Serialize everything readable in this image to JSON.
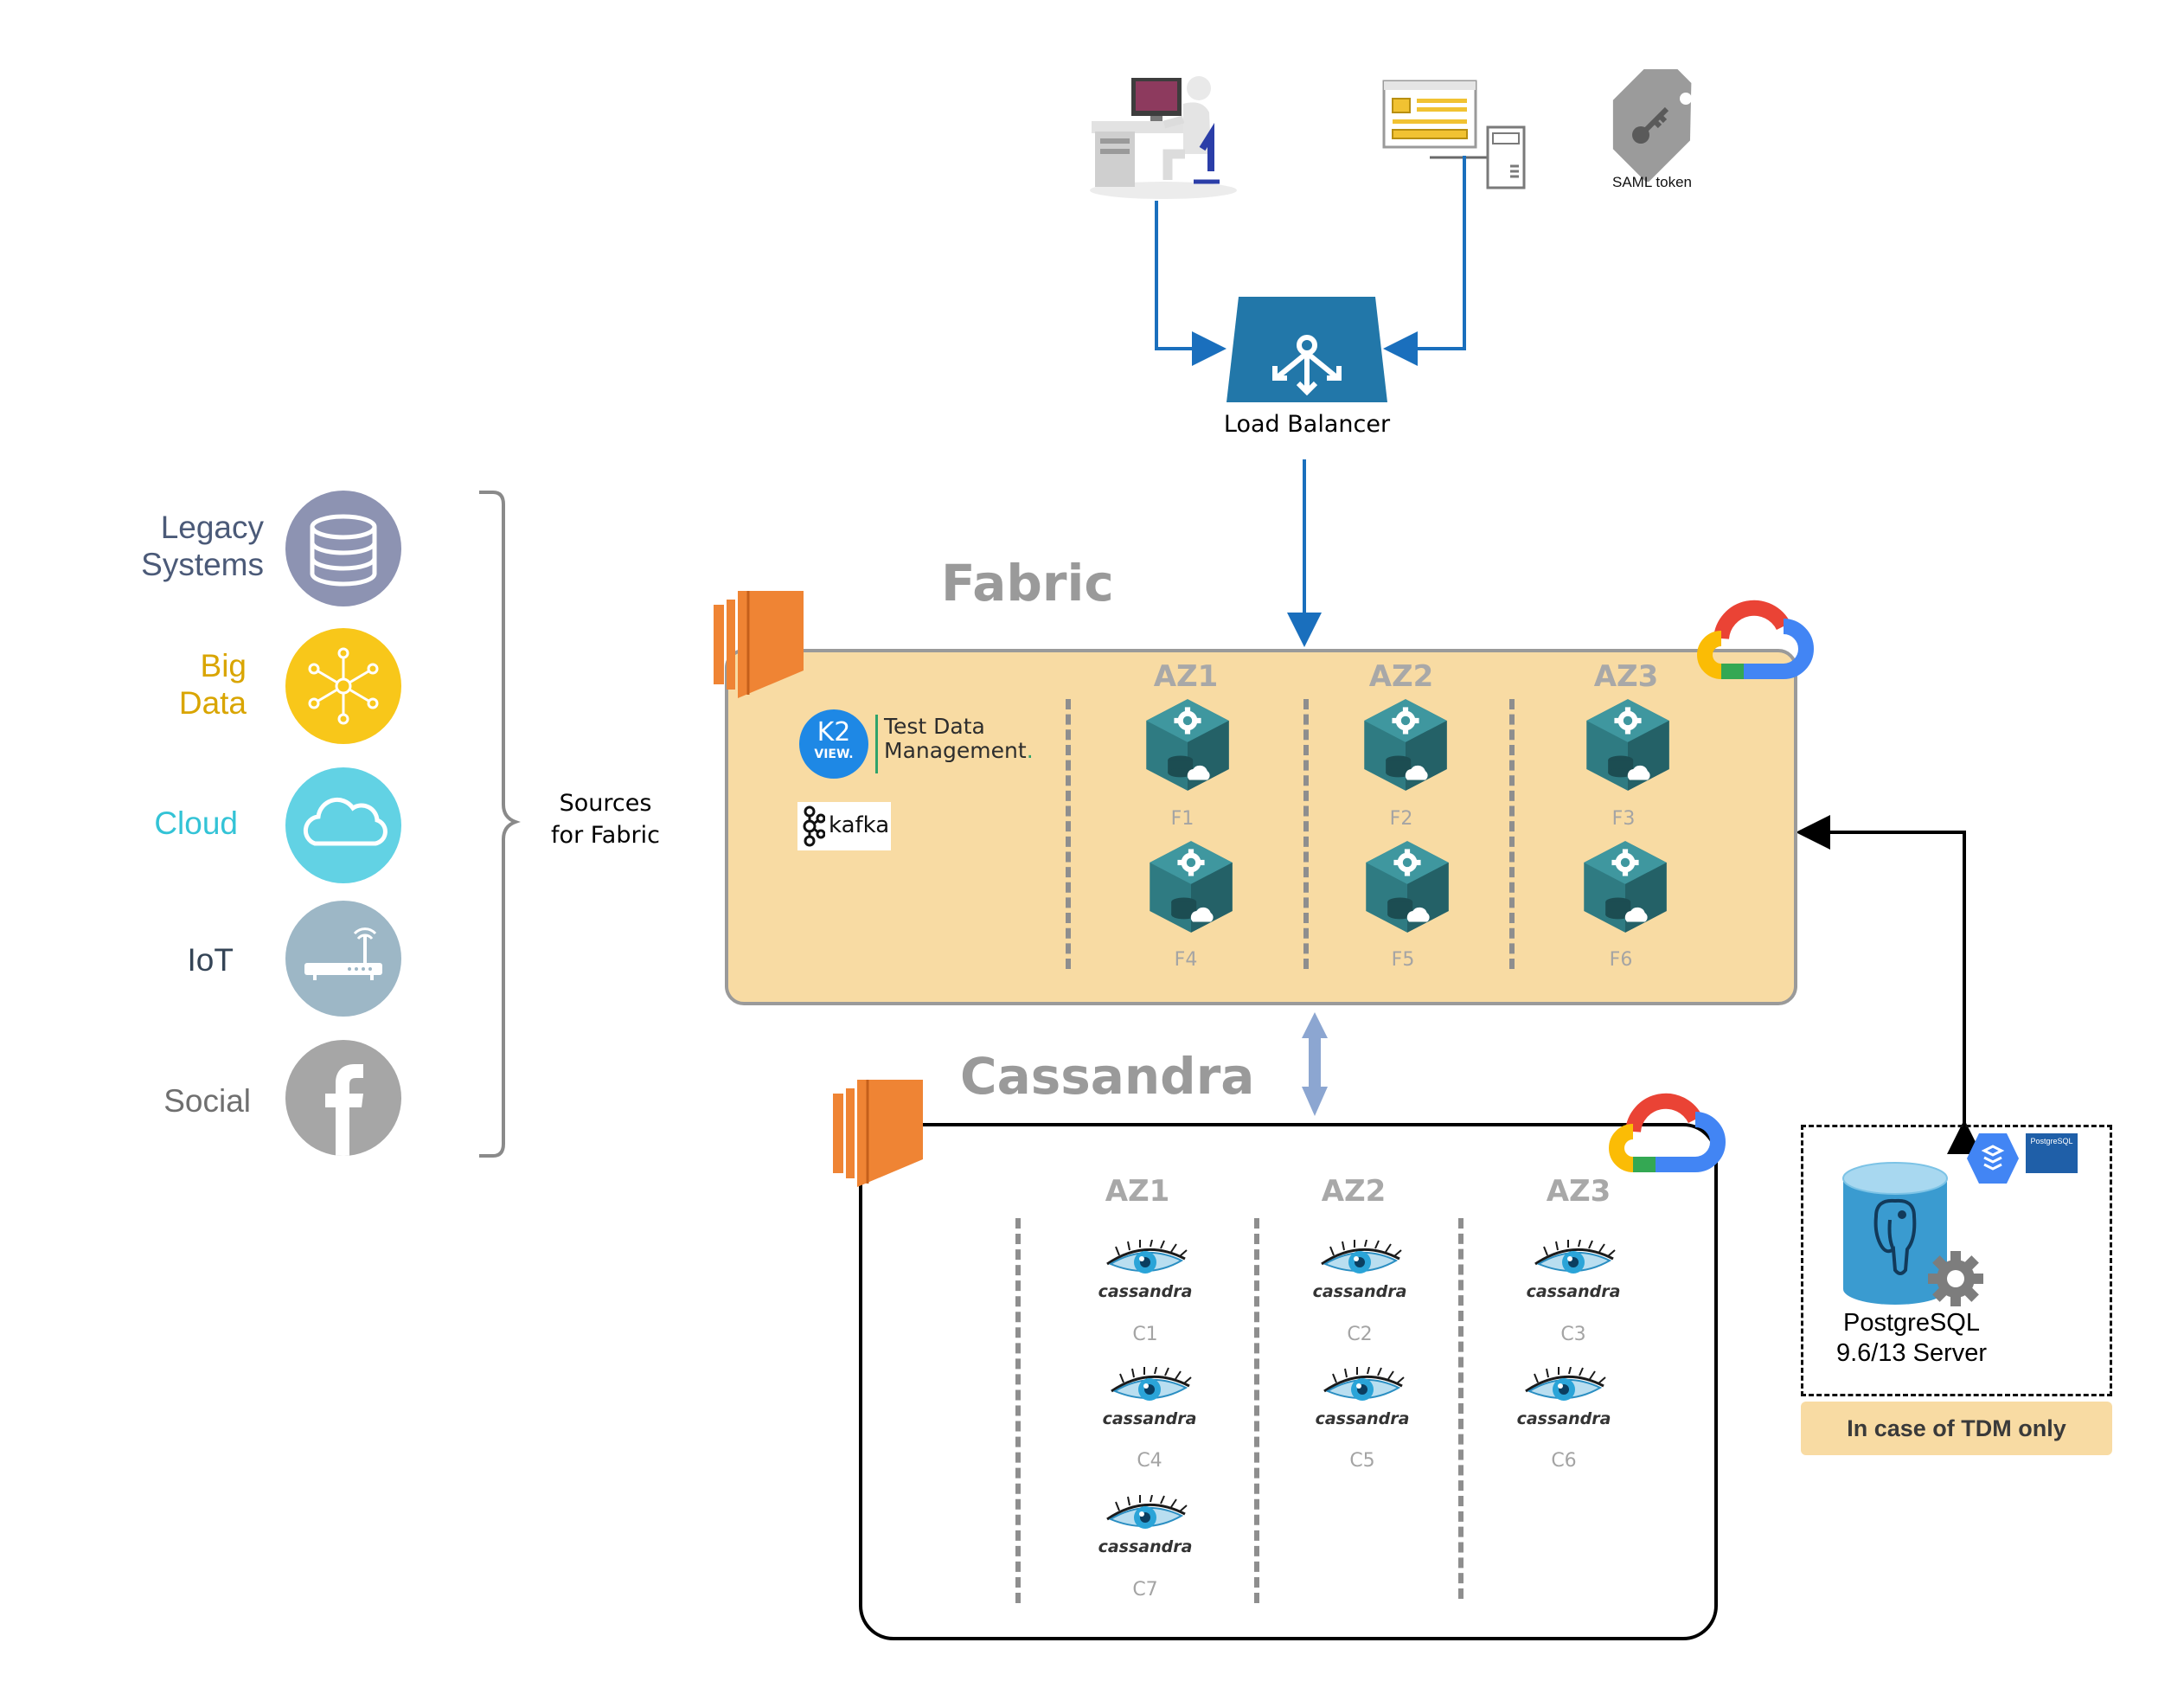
{
  "sources": {
    "items": [
      {
        "label_line1": "Legacy",
        "label_line2": "Systems",
        "color": "#4b5a78",
        "circle": "#8d93b2",
        "icon": "database-icon"
      },
      {
        "label_line1": "Big",
        "label_line2": "Data",
        "color": "#d9a500",
        "circle": "#f8c71a",
        "icon": "network-hub-icon"
      },
      {
        "label_line1": "Cloud",
        "label_line2": "",
        "color": "#33c3d6",
        "circle": "#62d2e4",
        "icon": "cloud-icon"
      },
      {
        "label_line1": "IoT",
        "label_line2": "",
        "color": "#344456",
        "circle": "#9db7c6",
        "icon": "router-icon"
      },
      {
        "label_line1": "Social",
        "label_line2": "",
        "color": "#6f6f6f",
        "circle": "#a6a6a6",
        "icon": "facebook-icon"
      }
    ],
    "brace_label_line1": "Sources",
    "brace_label_line2": "for Fabric"
  },
  "top": {
    "saml_label": "SAML token",
    "load_balancer_label": "Load Balancer"
  },
  "fabric": {
    "title": "Fabric",
    "box_color": "#f8dba3",
    "k2_line1": "K2",
    "k2_line2": "VIEW.",
    "tdm_line1": "Test Data",
    "tdm_line2": "Management",
    "kafka_label": "kafka",
    "zones": [
      "AZ1",
      "AZ2",
      "AZ3"
    ],
    "nodes": [
      "F1",
      "F2",
      "F3",
      "F4",
      "F5",
      "F6"
    ]
  },
  "cassandra": {
    "title": "Cassandra",
    "zones": [
      "AZ1",
      "AZ2",
      "AZ3"
    ],
    "logo_text": "cassandra",
    "nodes": [
      "C1",
      "C2",
      "C3",
      "C4",
      "C5",
      "C6",
      "C7"
    ]
  },
  "postgres": {
    "line1": "PostgreSQL",
    "line2": "9.6/13 Server",
    "badge_label": "PostgreSQL",
    "note": "In case of TDM only"
  },
  "colors": {
    "arrow_blue": "#1a6fbd",
    "lb_blue": "#2277a9",
    "aws_orange": "#ef8434",
    "fabric_node": "#2f7b82"
  }
}
